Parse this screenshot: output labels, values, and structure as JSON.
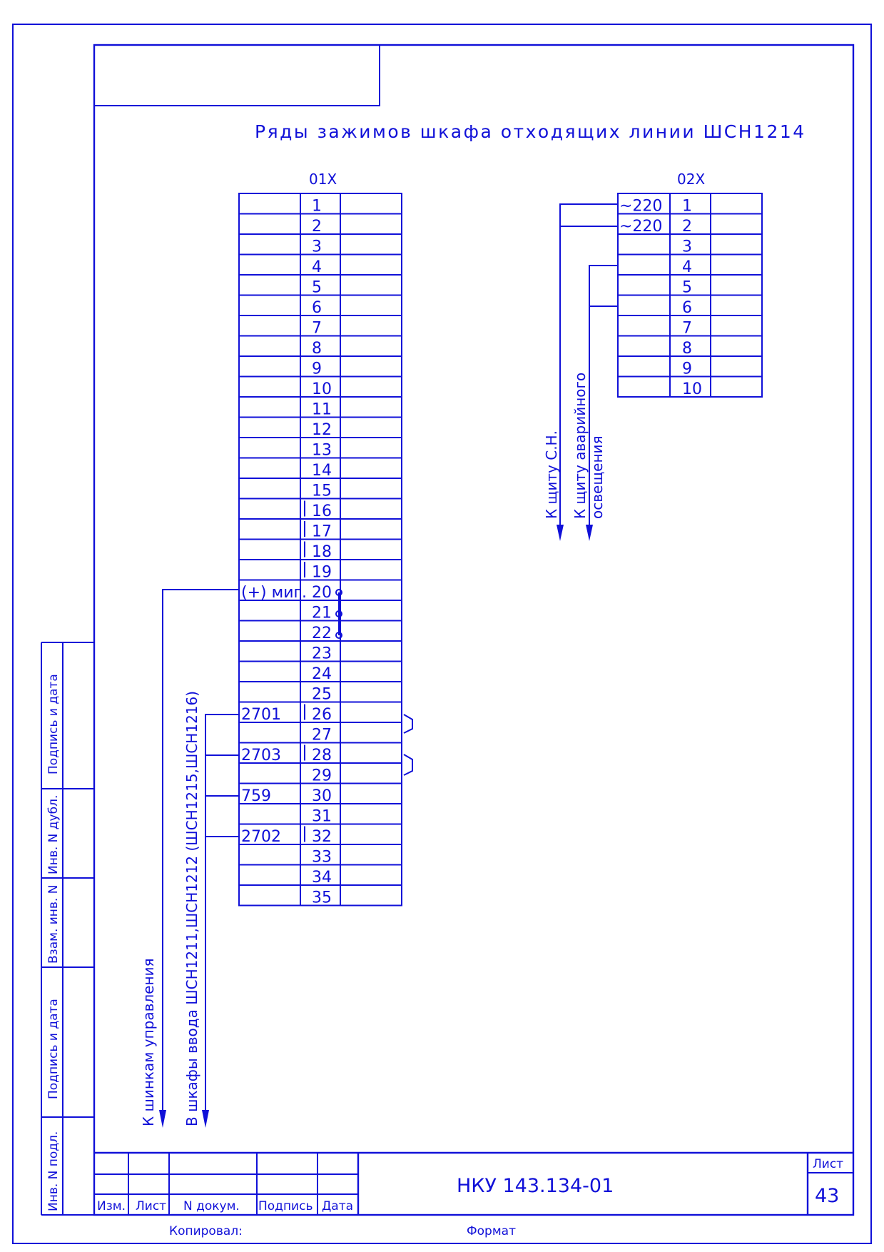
{
  "title": "Ряды зажимов шкафа отходящих линии ШСН1214",
  "block1": {
    "name": "01X",
    "terminals": [
      "1",
      "2",
      "3",
      "4",
      "5",
      "6",
      "7",
      "8",
      "9",
      "10",
      "11",
      "12",
      "13",
      "14",
      "15",
      "16",
      "17",
      "18",
      "19",
      "20",
      "21",
      "22",
      "23",
      "24",
      "25",
      "26",
      "27",
      "28",
      "29",
      "30",
      "31",
      "32",
      "33",
      "34",
      "35"
    ],
    "left_labels": {
      "20": "(+) миг.",
      "26": "2701",
      "28": "2703",
      "30": "759",
      "32": "2702"
    }
  },
  "block2": {
    "name": "02X",
    "terminals": [
      "1",
      "2",
      "3",
      "4",
      "5",
      "6",
      "7",
      "8",
      "9",
      "10"
    ],
    "left_labels": {
      "1": "~220",
      "2": "~220"
    }
  },
  "arrows": {
    "to_bus": "К шинкам управления",
    "to_input": "В шкафы ввода ШСН1211,ШСН1212 (ШСН1215,ШСН1216)",
    "to_sn": "К щиту С.Н.",
    "to_emergency_1": "К щиту аварийного",
    "to_emergency_2": "освещения"
  },
  "side_strip": [
    "Подпись и дата",
    "Инв. N дубл.",
    "Взам. инв. N",
    "Подпись и дата",
    "Инв. N подл."
  ],
  "title_block": {
    "columns": [
      "Изм.",
      "Лист",
      "N докум.",
      "Подпись",
      "Дата"
    ],
    "doc_number": "НКУ 143.134-01",
    "sheet_label": "Лист",
    "sheet_number": "43"
  },
  "footer": {
    "copied": "Копировал:",
    "format": "Формат"
  },
  "colors": {
    "ink": "#1010d8",
    "background": "#ffffff"
  }
}
